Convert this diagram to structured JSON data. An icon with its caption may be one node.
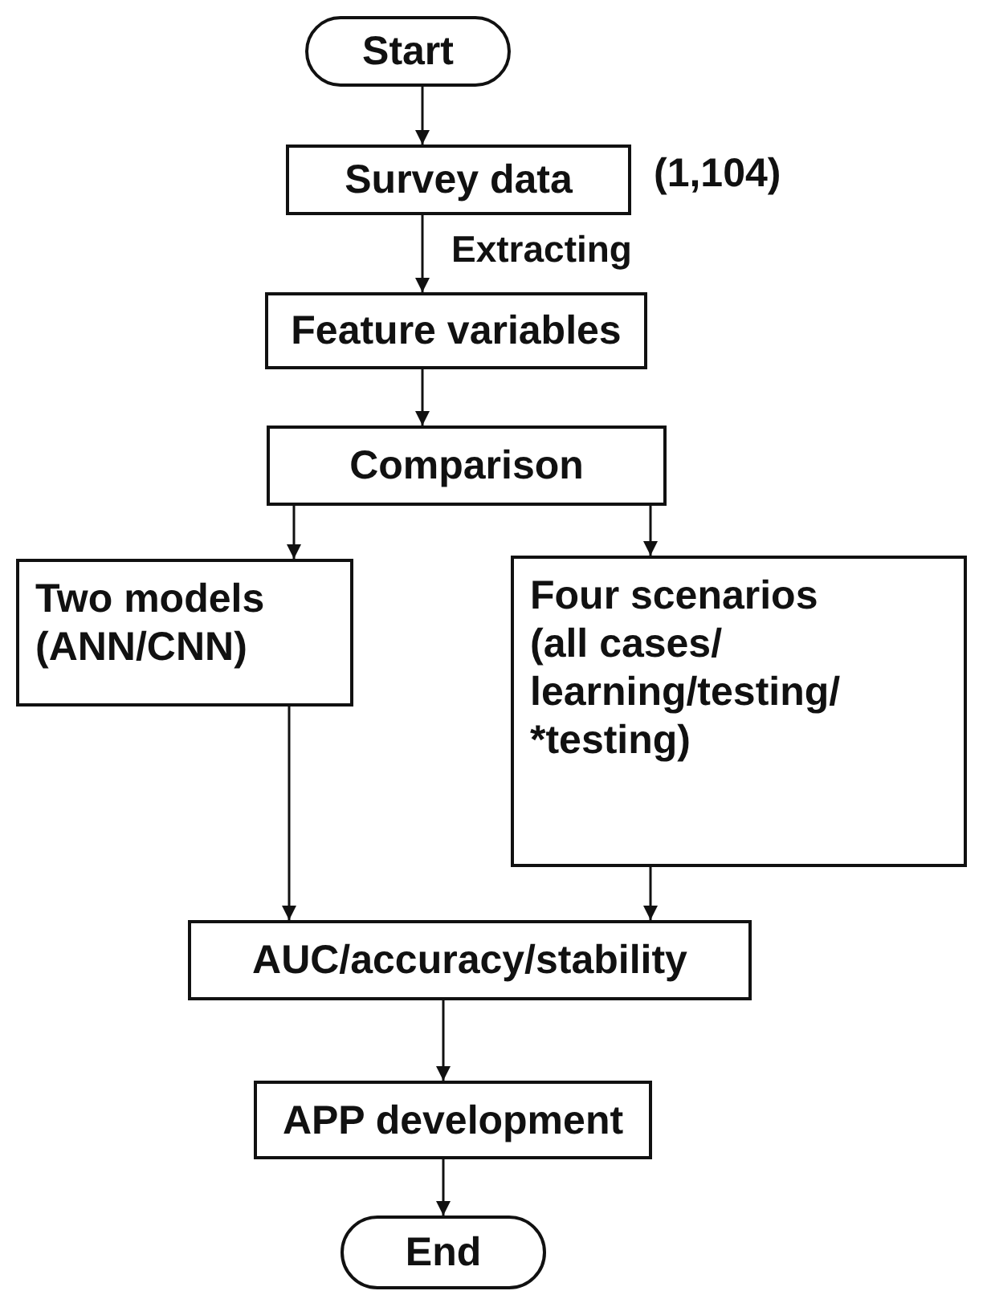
{
  "diagram": {
    "nodes": [
      {
        "text": [
          "Start"
        ]
      },
      {
        "text": [
          "Survey data"
        ],
        "beside": [
          "(1,104)"
        ]
      },
      {
        "text": [
          "Feature variables"
        ]
      },
      {
        "text": [
          "Comparison"
        ]
      },
      {
        "text": [
          "Two models",
          "(ANN/CNN)"
        ]
      },
      {
        "text": [
          "Four scenarios",
          "(all cases/ learning/testing/ *testing)"
        ]
      },
      {
        "text": [
          "AUC/accuracy/stability"
        ]
      },
      {
        "text": [
          "APP development"
        ]
      },
      {
        "text": [
          "End"
        ]
      }
    ],
    "edges": [
      {
        "from": 0,
        "to": 1,
        "arrow": "to"
      },
      {
        "from": 1,
        "to": 2,
        "arrow": "to",
        "label": "Extracting"
      },
      {
        "from": 2,
        "to": 3,
        "arrow": "to"
      },
      {
        "from": 3,
        "to": 4,
        "arrow": "to"
      },
      {
        "from": 3,
        "to": 5,
        "arrow": "to"
      },
      {
        "from": 4,
        "to": 6,
        "arrow": "to"
      },
      {
        "from": 5,
        "to": 6,
        "arrow": "to"
      },
      {
        "from": 6,
        "to": 7,
        "arrow": "to"
      },
      {
        "from": 7,
        "to": 8,
        "arrow": "to"
      }
    ]
  }
}
